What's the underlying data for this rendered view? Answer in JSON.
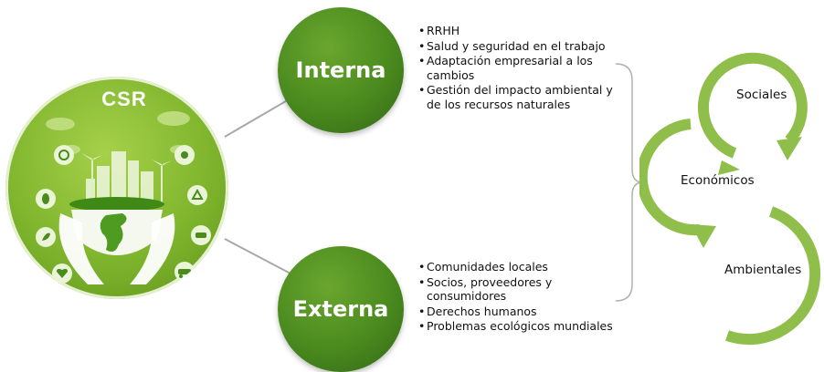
{
  "csr": {
    "title": "CSR"
  },
  "categories": {
    "interna": {
      "label": "Interna",
      "items": [
        "RRHH",
        "Salud y seguridad en el trabajo",
        "Adaptación empresarial a los cambios",
        "Gestión del impacto ambiental y de los recursos naturales"
      ]
    },
    "externa": {
      "label": "Externa",
      "items": [
        "Comunidades locales",
        "Socios, proveedores y consumidores",
        "Derechos humanos",
        "Problemas ecológicos mundiales"
      ]
    }
  },
  "dimensions": [
    "Sociales",
    "Económicos",
    "Ambientales"
  ],
  "colors": {
    "primary_green": "#4a8a1e",
    "light_green": "#8dc63f",
    "cycle_green": "#8fbf4a",
    "connector": "#a0a0a0"
  }
}
